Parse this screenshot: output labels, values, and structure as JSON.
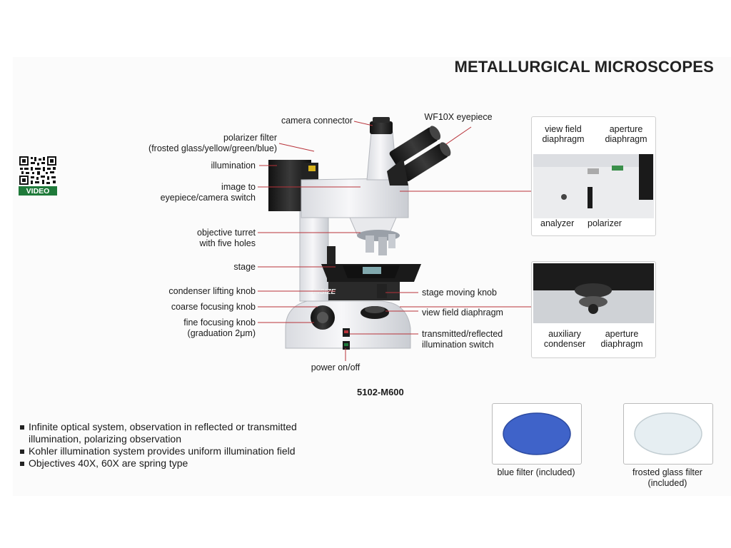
{
  "title": "METALLURGICAL MICROSCOPES",
  "qr_badge": "VIDEO",
  "model": "5102-M600",
  "callouts": {
    "camera_connector": "camera  connector",
    "eyepiece": "WF10X eyepiece",
    "polarizer_filter": "polarizer filter",
    "polarizer_filter_sub": "(frosted glass/yellow/green/blue)",
    "illumination": "illumination",
    "switch_1": "image to",
    "switch_2": "eyepiece/camera switch",
    "turret_1": "objective turret",
    "turret_2": "with five holes",
    "stage": "stage",
    "condenser_knob": "condenser lifting knob",
    "coarse_knob": "coarse focusing knob",
    "fine_knob": "fine focusing knob",
    "fine_knob_sub": "(graduation 2μm)",
    "power": "power on/off",
    "stage_moving": "stage moving knob",
    "view_field": "view field diaphragm",
    "trans_reflect_1": "transmitted/reflected",
    "trans_reflect_2": "illumination switch",
    "brand": "INSIZE"
  },
  "inset_top": {
    "view_field_1": "view field",
    "view_field_2": "diaphragm",
    "aperture_1": "aperture",
    "aperture_2": "diaphragm",
    "analyzer": "analyzer",
    "polarizer": "polarizer"
  },
  "inset_bottom": {
    "aux_1": "auxiliary",
    "aux_2": "condenser",
    "aperture_1": "aperture",
    "aperture_2": "diaphragm"
  },
  "features": [
    "Infinite optical system, observation in reflected or transmitted",
    "illumination, polarizing observation",
    "Kohler illumination system provides uniform illumination field",
    "Objectives 40X, 60X are spring type"
  ],
  "filters": [
    {
      "label": "blue filter (included)",
      "color": "#3f63c9"
    },
    {
      "label_1": "frosted glass filter",
      "label_2": "(included)",
      "color": "#dfe9ee"
    }
  ],
  "colors": {
    "leader_line": "#b8333a",
    "badge_green": "#1f7a3a"
  }
}
